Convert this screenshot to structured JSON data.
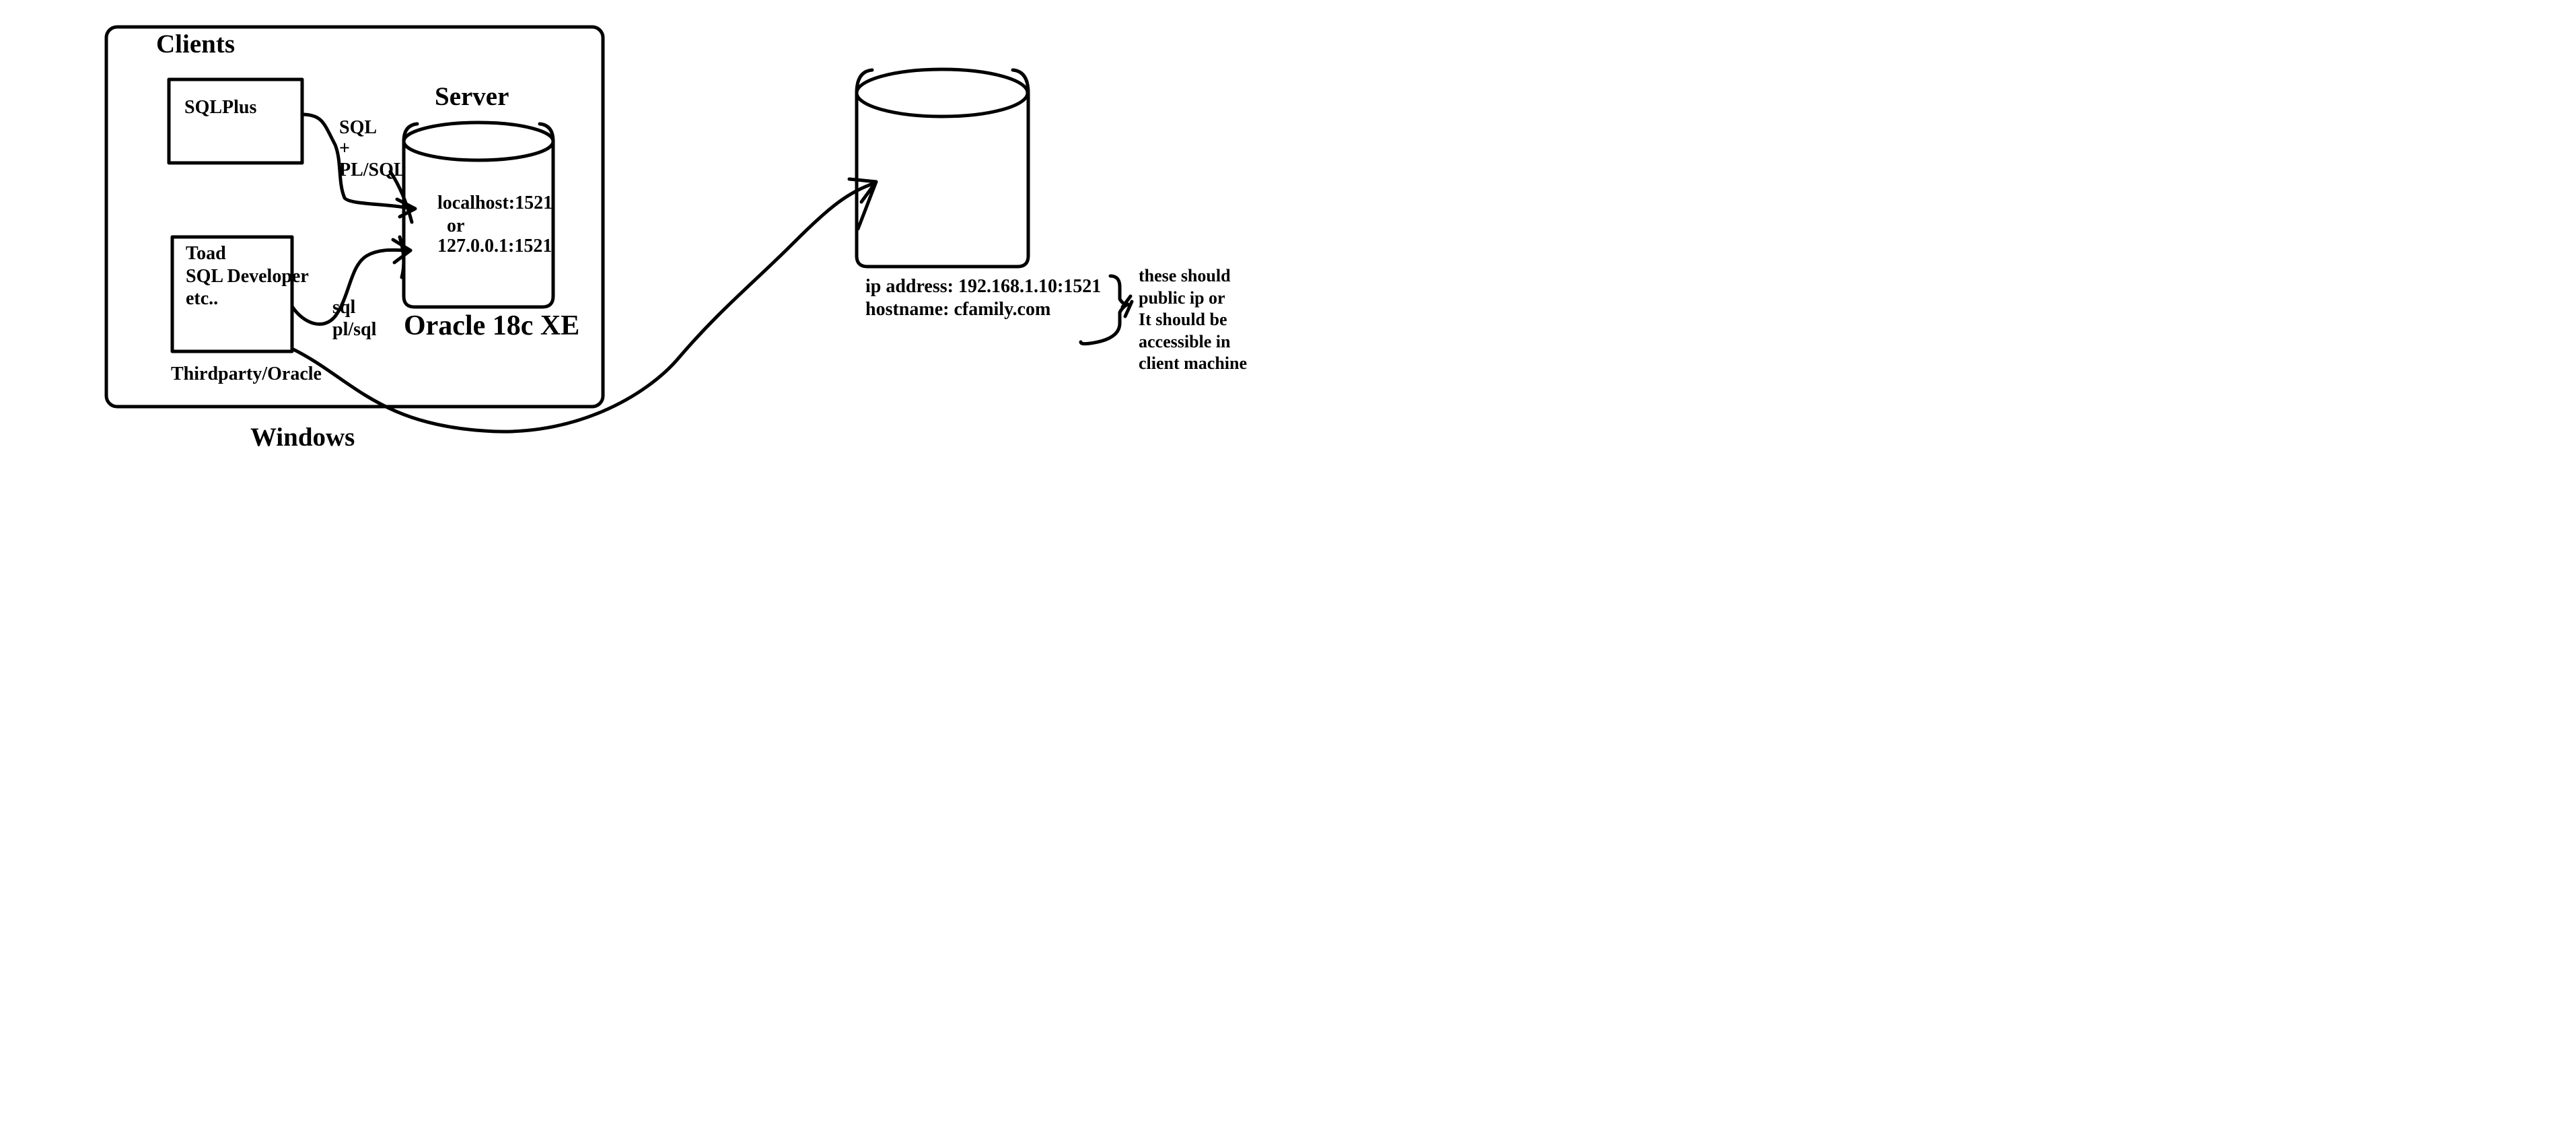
{
  "clients_title": "Clients",
  "server_title": "Server",
  "server_product": "Oracle 18c XE",
  "os_label": "Windows",
  "clients": {
    "sqlplus": "SQLPlus",
    "third_party_tools": "Toad\nSQL Developer\netc..",
    "third_party_caption": "Thirdparty/Oracle"
  },
  "protocols": {
    "sqlplus_link": "SQL\n+\nPL/SQL",
    "tools_link": "sql\npl/sql"
  },
  "local_server": {
    "address_1": "localhost:1521",
    "separator": "or",
    "address_2": "127.0.0.1:1521"
  },
  "remote_server": {
    "ip_address": "ip address: 192.168.1.10:1521",
    "hostname": "hostname: cfamily.com"
  },
  "note": "these should\npublic ip or\nIt should be\naccessible in\nclient machine",
  "colors": {
    "ink": "#000000",
    "background": "#ffffff"
  }
}
